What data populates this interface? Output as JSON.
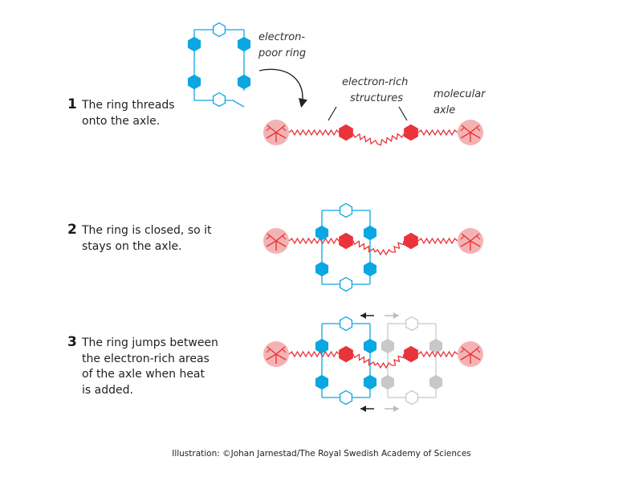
{
  "steps": [
    {
      "number": "1",
      "text": "The ring threads\nonto the axle."
    },
    {
      "number": "2",
      "text": "The ring is closed, so it\nstays on the axle."
    },
    {
      "number": "3",
      "text": "The ring jumps between\nthe electron-rich areas\nof the axle when heat\nis added."
    }
  ],
  "labels": {
    "electron_poor_ring_1": "electron-",
    "electron_poor_ring_2": "poor ring",
    "electron_rich_1": "electron-rich",
    "electron_rich_2": "structures",
    "molecular_axle_1": "molecular",
    "molecular_axle_2": "axle"
  },
  "credit": "Illustration: ©Johan Jarnestad/The Royal Swedish Academy of Sciences",
  "colors": {
    "ring_blue": "#0aa7e2",
    "axle_red": "#e8343a",
    "stopper_pink": "#f4b3b3",
    "ghost_grey": "#c8c8c8",
    "arrow_dark": "#222222",
    "arrow_light": "#bdbdbd"
  }
}
